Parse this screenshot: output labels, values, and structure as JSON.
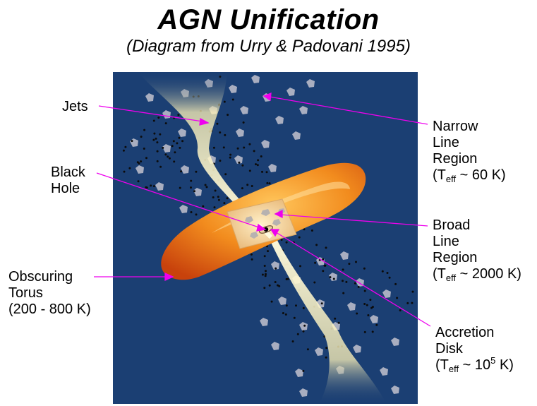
{
  "title": "AGN Unification",
  "subtitle": "(Diagram from Urry & Padovani 1995)",
  "labels": {
    "jets": "Jets",
    "black_hole": {
      "line1": "Black",
      "line2": "Hole"
    },
    "torus": {
      "line1": "Obscuring",
      "line2": "Torus",
      "line3": "(200 - 800 K)"
    },
    "nlr": {
      "line1": "Narrow",
      "line2": "Line",
      "line3": "Region",
      "temp": {
        "prefix": "(T",
        "sub": "eff",
        "middle": " ~ 60 K)"
      }
    },
    "blr": {
      "line1": "Broad",
      "line2": "Line",
      "line3": "Region",
      "temp": {
        "prefix": "(T",
        "sub": "eff",
        "middle": " ~ 2000 K)"
      }
    },
    "disk": {
      "line1": "Accretion",
      "line2": "Disk",
      "temp": {
        "prefix": "(T",
        "sub": "eff",
        "middle": " ~ 10",
        "sup": "5",
        "suffix": " K)"
      }
    }
  },
  "colors": {
    "background": "#1b3f73",
    "pointer": "#ee00ee",
    "cloud": "#a9aec0",
    "jet": "#fff7c0",
    "torus": "#f08a1c"
  }
}
